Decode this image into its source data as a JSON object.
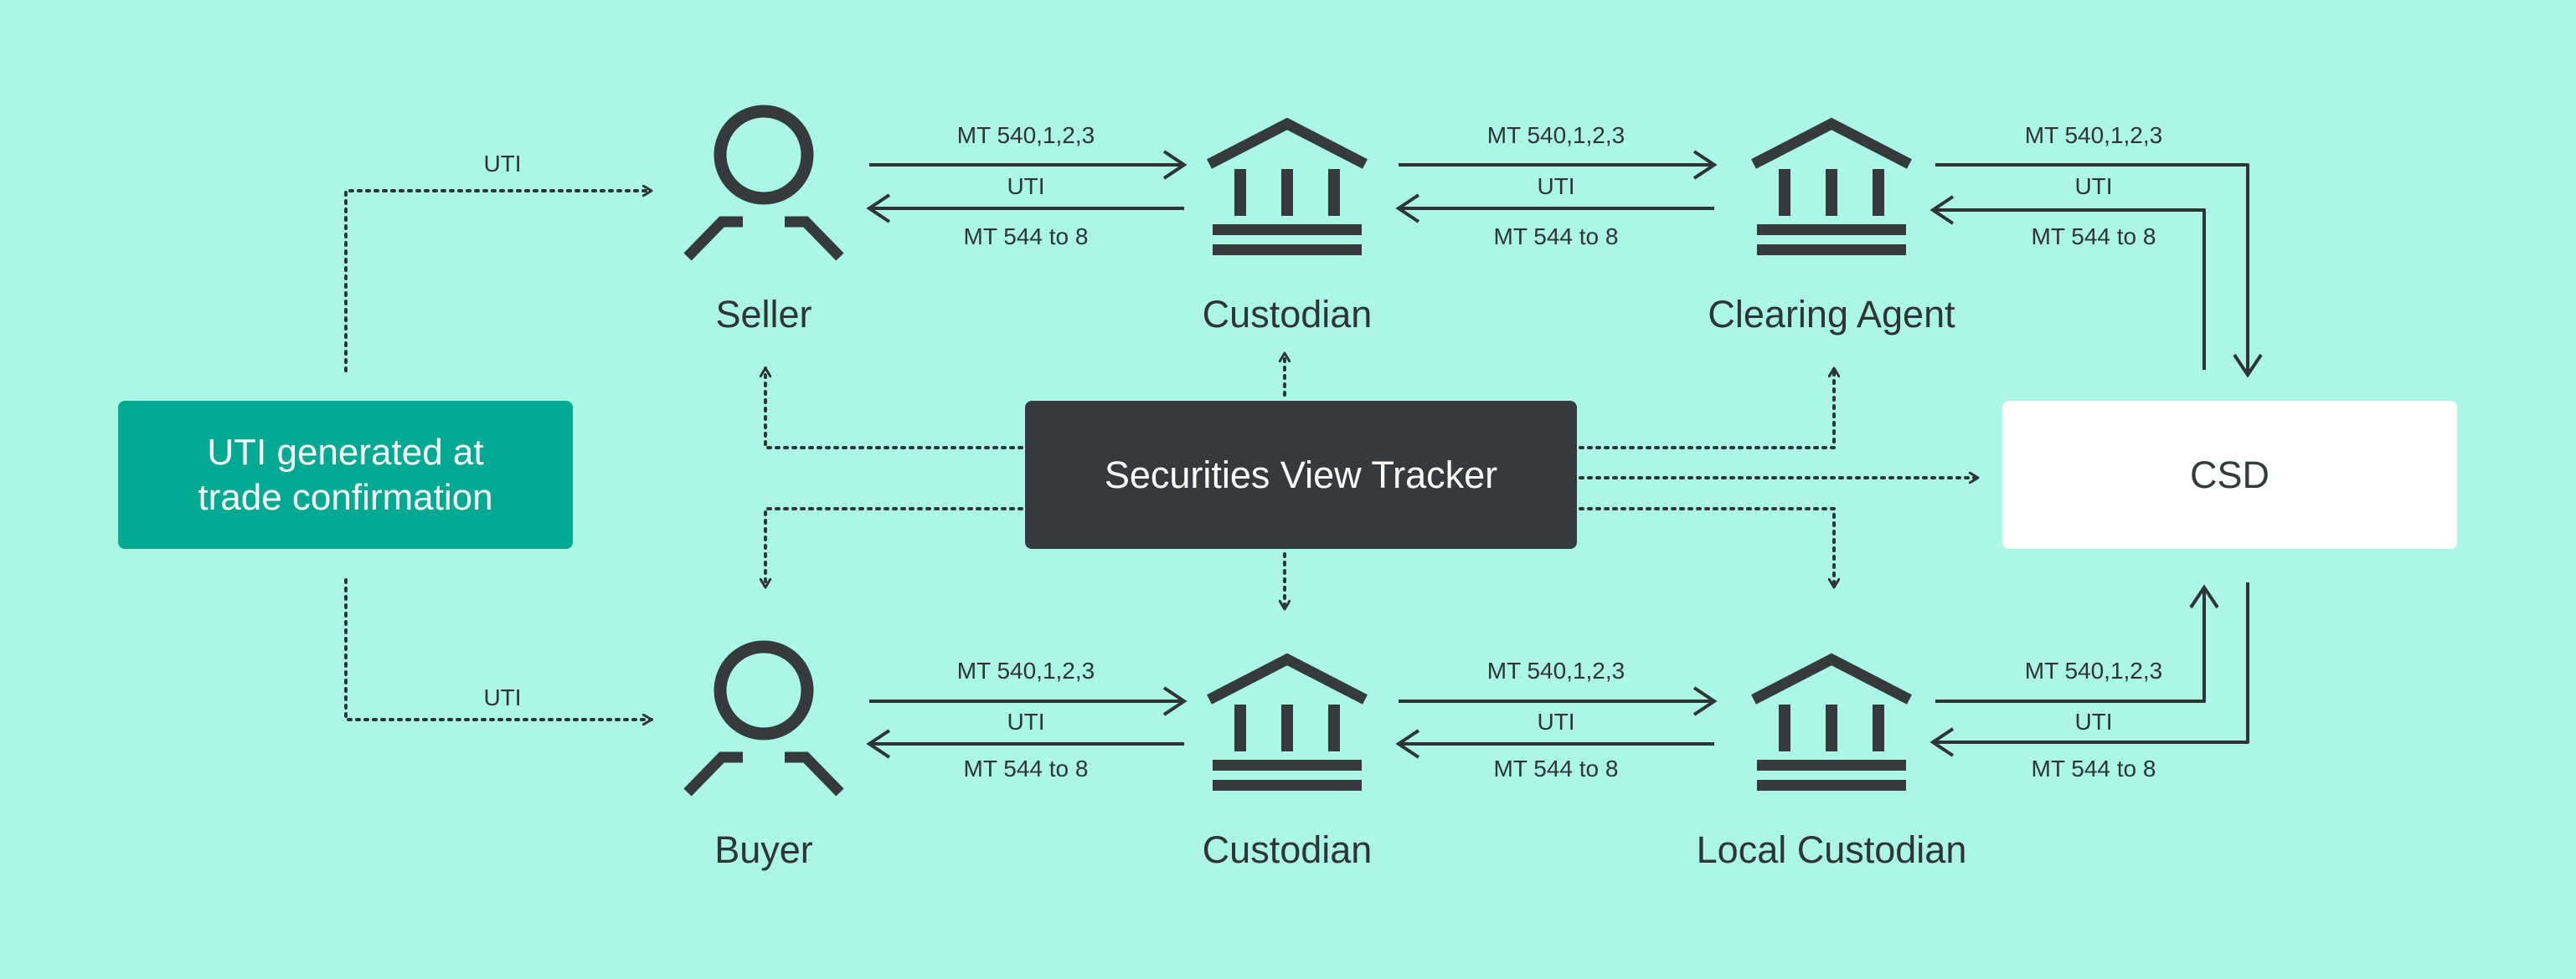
{
  "boxes": {
    "uti_origin": {
      "line1": "UTI generated at",
      "line2": "trade confirmation"
    },
    "tracker": "Securities View Tracker",
    "csd": "CSD"
  },
  "nodes": {
    "seller": "Seller",
    "custodian_top": "Custodian",
    "clearing_agent": "Clearing Agent",
    "buyer": "Buyer",
    "custodian_bottom": "Custodian",
    "local_custodian": "Local Custodian"
  },
  "messages": {
    "uti": "UTI",
    "settlement_instruction": "MT 540,1,2,3",
    "settlement_confirmation": "MT 544 to 8"
  },
  "colors": {
    "background": "#abf7e6",
    "accent": "#00a991",
    "dark": "#353a3c",
    "line": "#2f3436",
    "white": "#ffffff"
  },
  "icons": {
    "seller": "person-icon",
    "buyer": "person-icon",
    "custodian_top": "bank-icon",
    "clearing_agent": "bank-icon",
    "custodian_bottom": "bank-icon",
    "local_custodian": "bank-icon"
  }
}
